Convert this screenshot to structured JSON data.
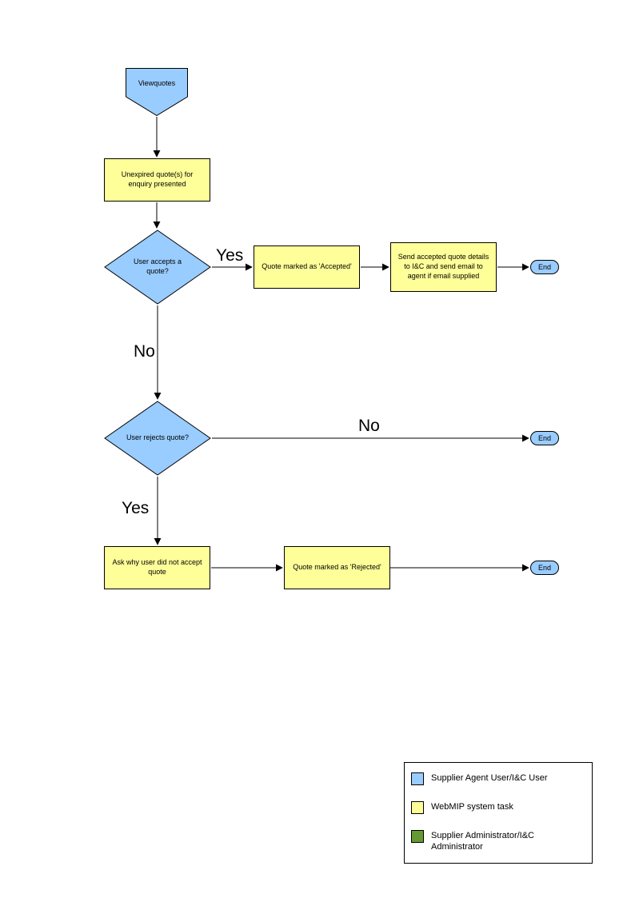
{
  "diagram": {
    "nodes": {
      "view_quotes": {
        "label": "Viewquotes"
      },
      "unexpired_quotes": {
        "label": "Unexpired quote(s) for enquiry presented"
      },
      "user_accepts": {
        "label": "User accepts a quote?"
      },
      "marked_accepted": {
        "label": "Quote marked as 'Accepted'"
      },
      "send_details": {
        "label": "Send accepted quote details to I&C and send email to agent if email supplied"
      },
      "end_accept": {
        "label": "End"
      },
      "user_rejects": {
        "label": "User rejects quote?"
      },
      "end_reject_no": {
        "label": "End"
      },
      "ask_why": {
        "label": "Ask why user did not accept quote"
      },
      "marked_rejected": {
        "label": "Quote marked as 'Rejected'"
      },
      "end_rejected": {
        "label": "End"
      }
    },
    "edge_labels": {
      "accept_yes": "Yes",
      "accept_no": "No",
      "reject_no": "No",
      "reject_yes": "Yes"
    },
    "legend": {
      "items": [
        {
          "label": "Supplier Agent User/I&C User",
          "color": "#99ccff"
        },
        {
          "label": "WebMIP system task",
          "color": "#ffff99"
        },
        {
          "label": "Supplier Administrator/I&C Administrator",
          "color": "#669933"
        }
      ]
    },
    "colors": {
      "user_shape": "#99ccff",
      "system_task": "#ffff99",
      "admin": "#669933",
      "border": "#000000"
    }
  }
}
